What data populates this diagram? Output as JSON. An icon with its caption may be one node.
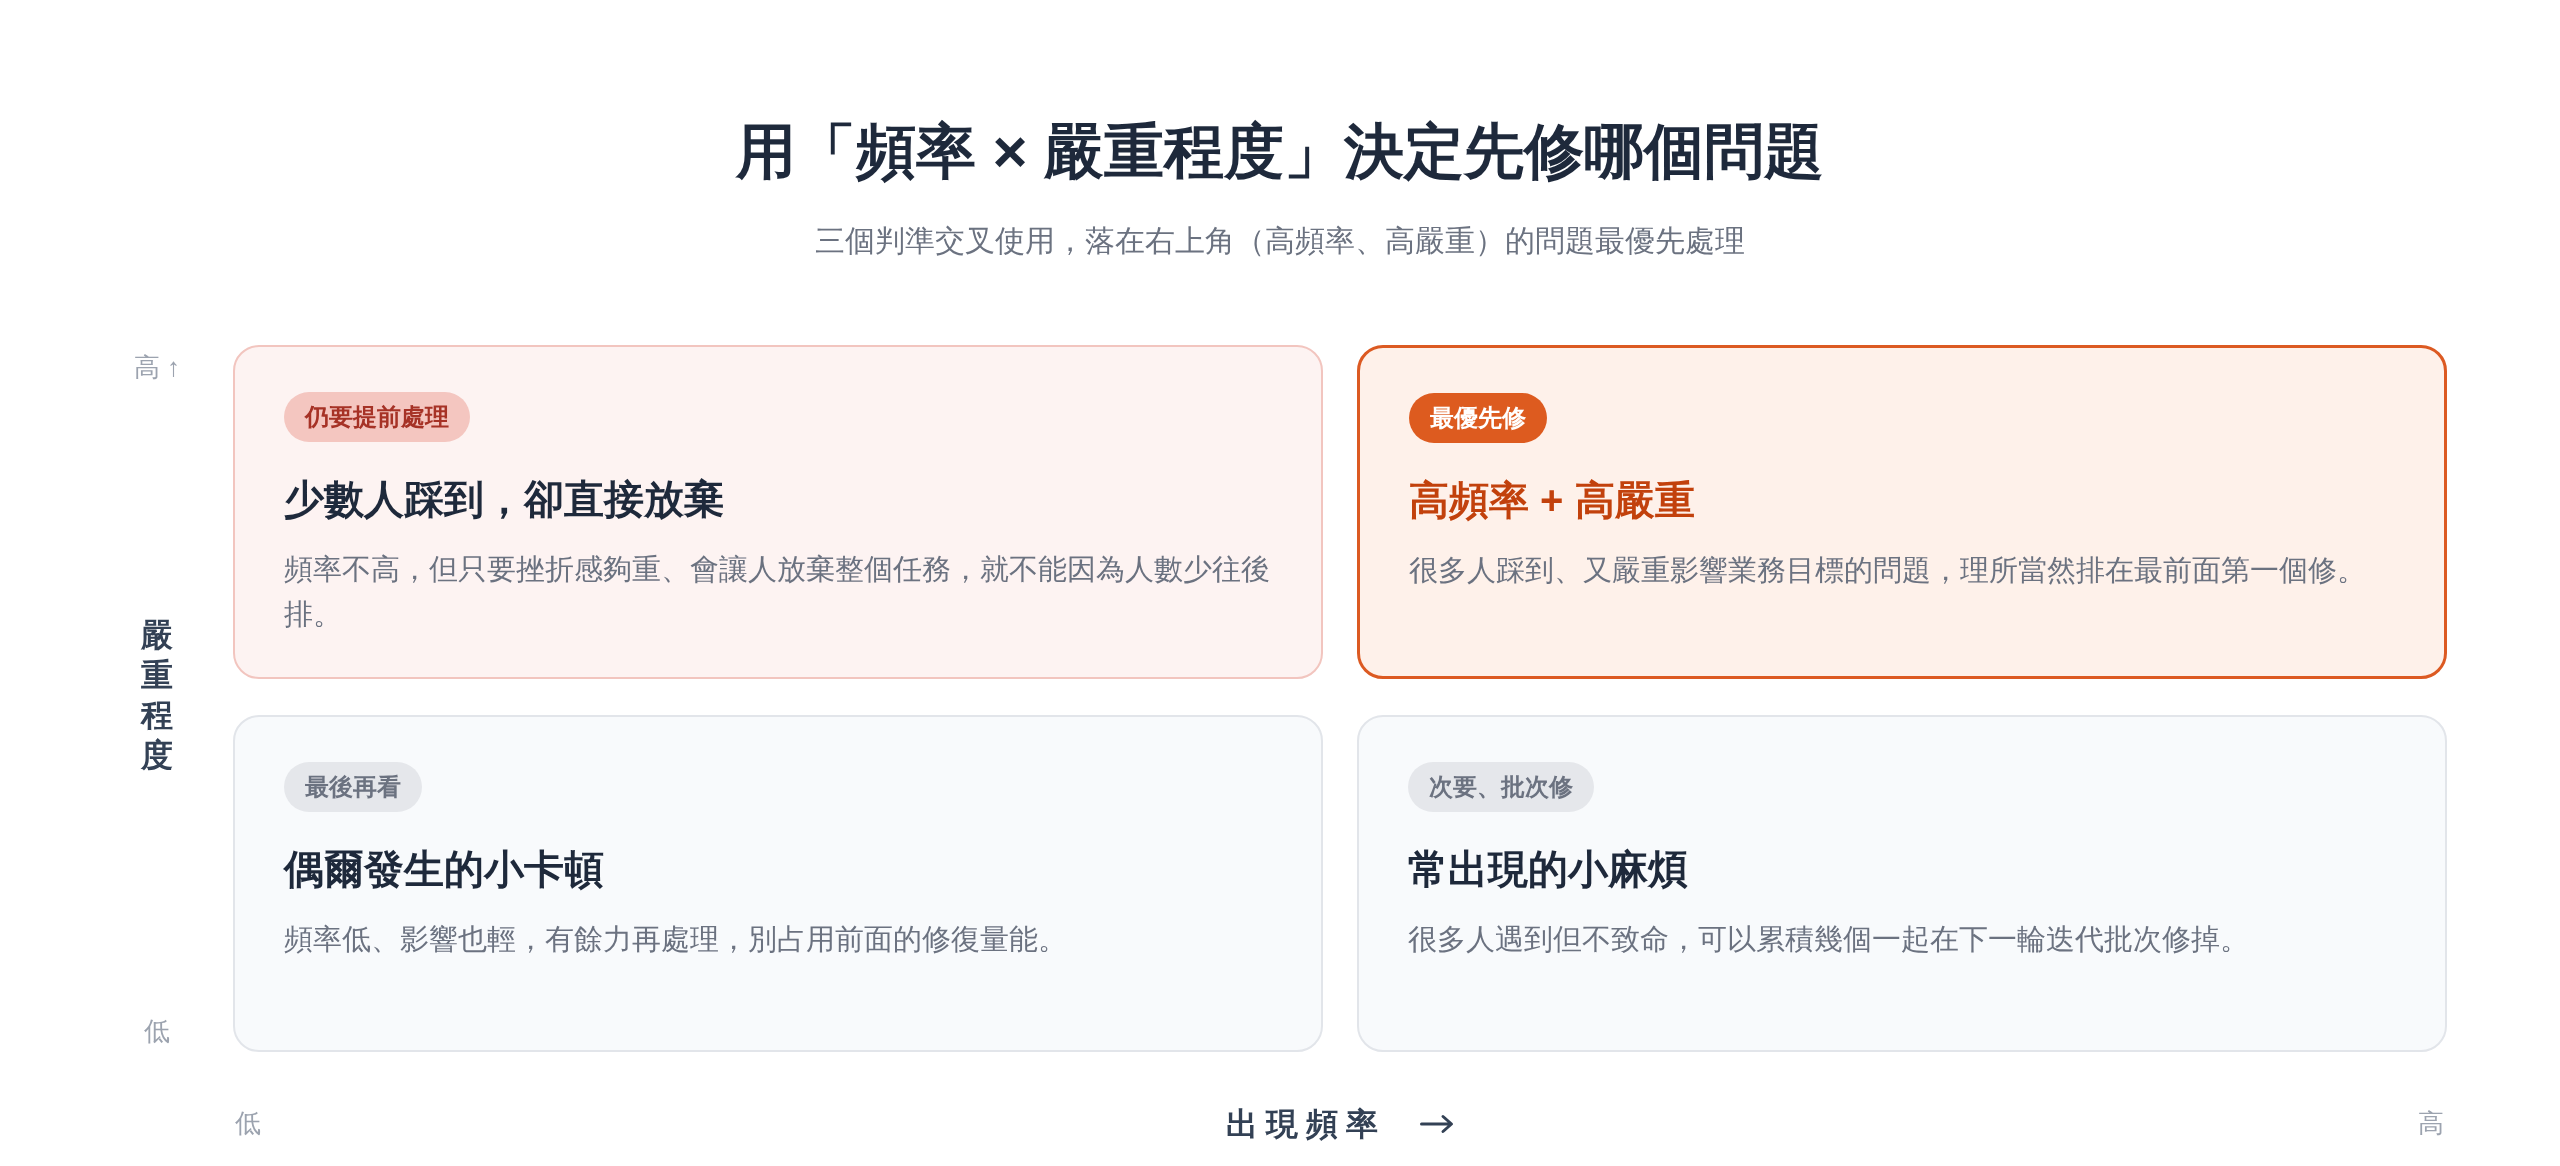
{
  "diagram": {
    "title": "用「頻率 × 嚴重程度」決定先修哪個問題",
    "nodes": [
      {
        "text": [
          "少數人踩到，卻直接放棄",
          "頻率不高，但只要挫折感夠重、會讓人放棄整個任務，就不能因為人數少往後排。"
        ]
      },
      {
        "text": [
          "仍要提前處理"
        ],
        "in": 0
      },
      {
        "text": [
          "高頻率 + 高嚴重",
          "很多人踩到、又嚴重影響業務目標的問題，理所當然排在最前面第一個修。"
        ]
      },
      {
        "text": [
          "最優先修"
        ],
        "in": 2
      },
      {
        "text": [
          "偶爾發生的小卡頓",
          "頻率低、影響也輕，有餘力再處理，別占用前面的修復量能。"
        ]
      },
      {
        "text": [
          "最後再看"
        ],
        "in": 4
      },
      {
        "text": [
          "常出現的小麻煩",
          "很多人遇到但不致命，可以累積幾個一起在下一輪迭代批次修掉。"
        ]
      },
      {
        "text": [
          "次要、批次修"
        ],
        "in": 6
      }
    ],
    "labels": [
      "三個判準交叉使用，落在右上角（高頻率、高嚴重）的問題最優先處理",
      "高 ↑",
      "嚴重程度",
      "低",
      "低",
      "出現頻率",
      "高"
    ]
  }
}
